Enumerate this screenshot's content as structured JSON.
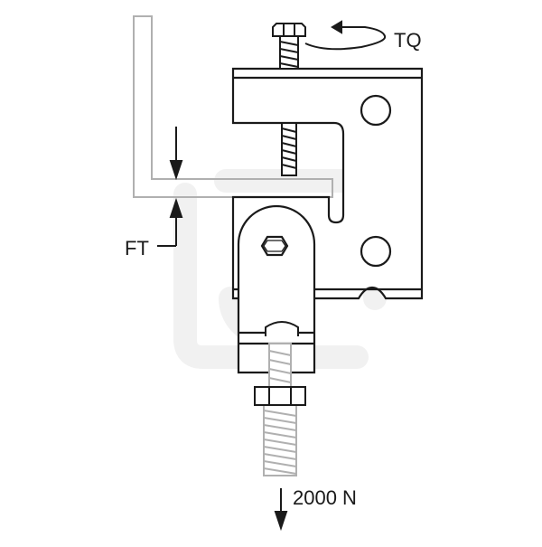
{
  "diagram": {
    "labels": {
      "torque": "TQ",
      "flange_thickness": "FT",
      "load": "2000 N"
    },
    "colors": {
      "line": "#1a1a1a",
      "light_line": "#b0b0b0",
      "background": "#ffffff",
      "watermark": "#f1f1f1"
    }
  }
}
